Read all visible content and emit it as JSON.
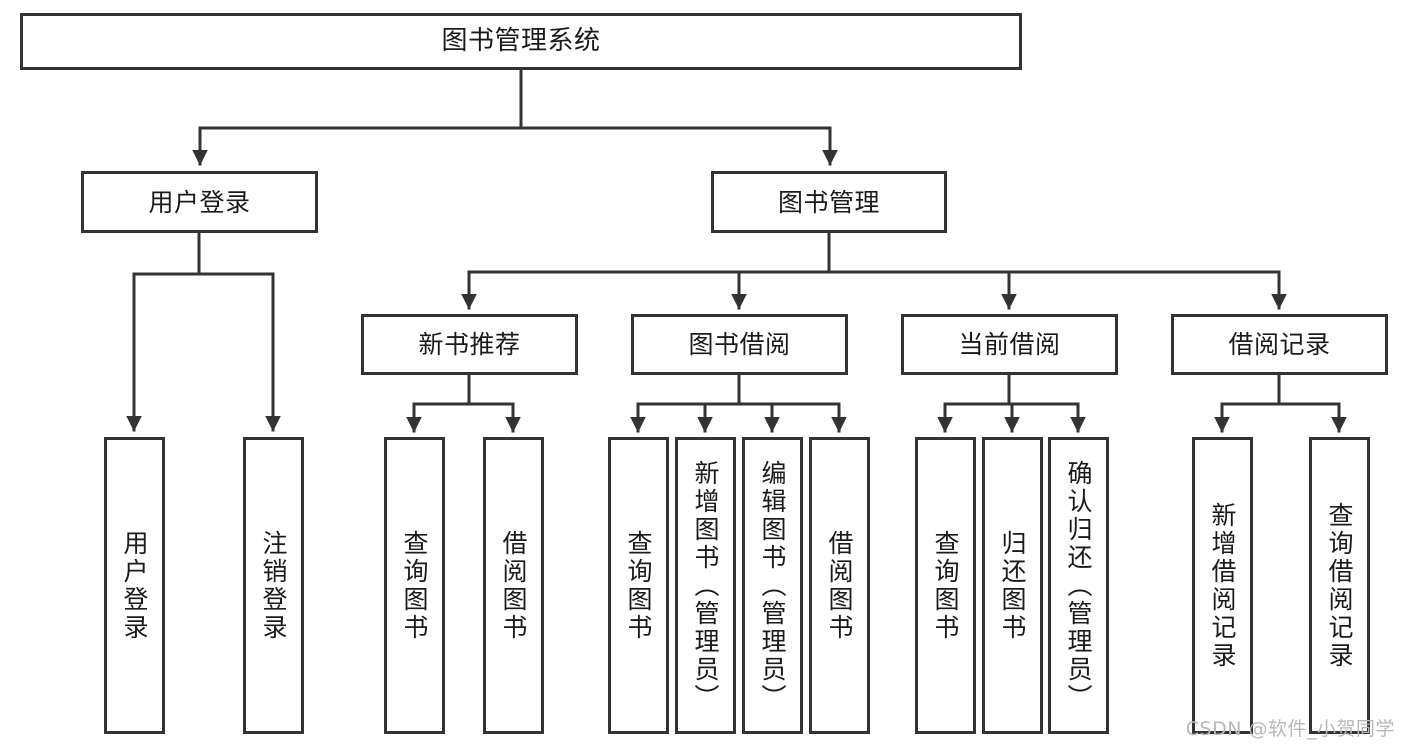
{
  "diagram": {
    "type": "tree-hierarchy",
    "title": "图书管理系统",
    "watermark": "CSDN @软件_小贺同学",
    "colors": {
      "stroke": "#333333",
      "background": "#ffffff",
      "text": "#1b1b1b",
      "watermark": "#b8b8b8"
    },
    "root": {
      "label": "图书管理系统"
    },
    "level2": [
      {
        "label": "用户登录"
      },
      {
        "label": "图书管理"
      }
    ],
    "level3": [
      {
        "label": "新书推荐"
      },
      {
        "label": "图书借阅"
      },
      {
        "label": "当前借阅"
      },
      {
        "label": "借阅记录"
      }
    ],
    "leaves": {
      "user_login": [
        {
          "label": "用户登录"
        },
        {
          "label": "注销登录"
        }
      ],
      "new_book": [
        {
          "label": "查询图书"
        },
        {
          "label": "借阅图书"
        }
      ],
      "book_borrow": [
        {
          "label": "查询图书"
        },
        {
          "label": "新增图书（管理员）"
        },
        {
          "label": "编辑图书（管理员）"
        },
        {
          "label": "借阅图书"
        }
      ],
      "current_borrow": [
        {
          "label": "查询图书"
        },
        {
          "label": "归还图书"
        },
        {
          "label": "确认归还（管理员）"
        }
      ],
      "borrow_record": [
        {
          "label": "新增借阅记录"
        },
        {
          "label": "查询借阅记录"
        }
      ]
    }
  }
}
